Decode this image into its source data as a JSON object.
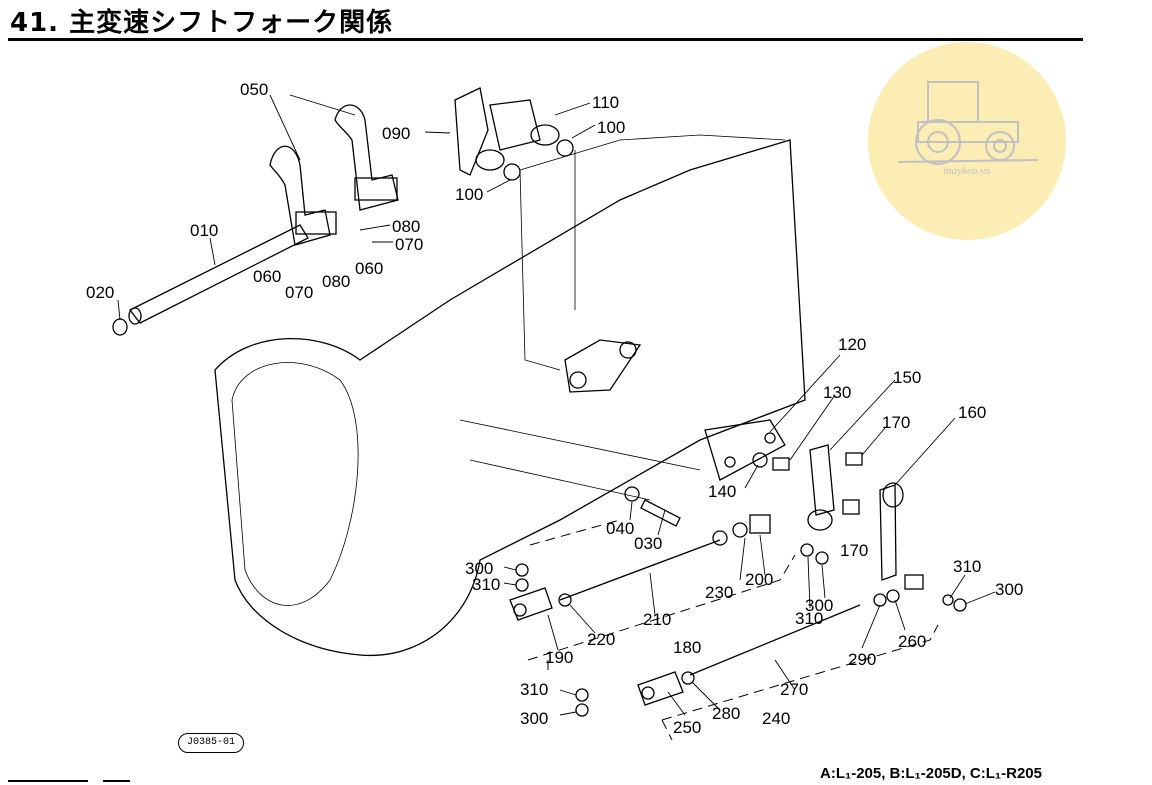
{
  "title": "41. 主変速シフトフォーク関係",
  "footer_note": "A:L₁-205, B:L₁-205D, C:L₁-R205",
  "reference_code": "J0385-01",
  "watermark": {
    "text": "maykeo.vn",
    "icon": "tractor-icon",
    "color": "#fbeaa6"
  },
  "part_labels": {
    "p050": "050",
    "p090": "090",
    "p110": "110",
    "p100a": "100",
    "p100b": "100",
    "p010": "010",
    "p020": "020",
    "p080a": "080",
    "p070a": "070",
    "p060a": "060",
    "p060b": "060",
    "p070b": "070",
    "p080b": "080",
    "p120": "120",
    "p130": "130",
    "p150": "150",
    "p160": "160",
    "p170a": "170",
    "p170b": "170",
    "p140": "140",
    "p040": "040",
    "p030": "030",
    "p300a": "300",
    "p310a": "310",
    "p230": "230",
    "p200": "200",
    "p210": "210",
    "p220": "220",
    "p190": "190",
    "p180": "180",
    "p310b": "310",
    "p300b": "300",
    "p310c": "310",
    "p300c": "300",
    "p290": "290",
    "p260": "260",
    "p270": "270",
    "p310d": "310",
    "p300d": "300",
    "p250": "250",
    "p280": "280",
    "p240": "240"
  }
}
